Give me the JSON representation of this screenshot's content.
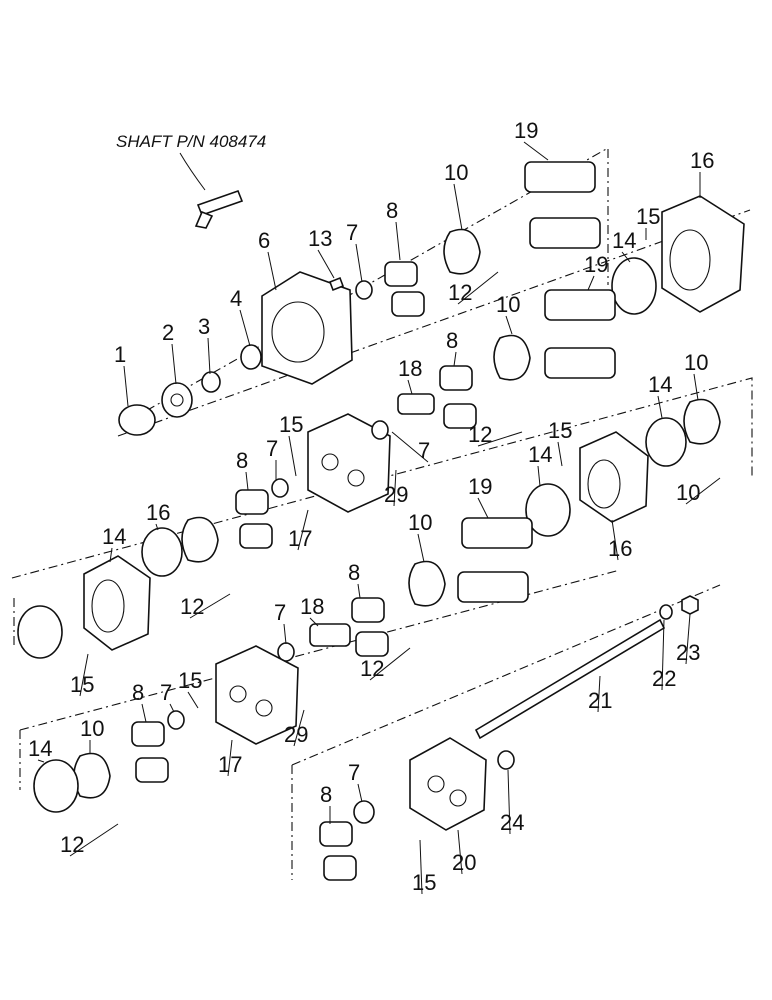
{
  "diagram": {
    "note": "SHAFT P/N 408474",
    "callouts": [
      "19",
      "10",
      "8",
      "7",
      "13",
      "6",
      "16",
      "15",
      "14",
      "19",
      "12",
      "4",
      "3",
      "2",
      "1",
      "10",
      "8",
      "18",
      "7",
      "15",
      "12",
      "15",
      "14",
      "10",
      "8",
      "7",
      "29",
      "17",
      "14",
      "10",
      "16",
      "14",
      "16",
      "19",
      "10",
      "12",
      "12",
      "8",
      "18",
      "7",
      "23",
      "22",
      "21",
      "15",
      "8",
      "7",
      "15",
      "29",
      "17",
      "14",
      "10",
      "12",
      "8",
      "7",
      "24",
      "20",
      "15"
    ]
  }
}
